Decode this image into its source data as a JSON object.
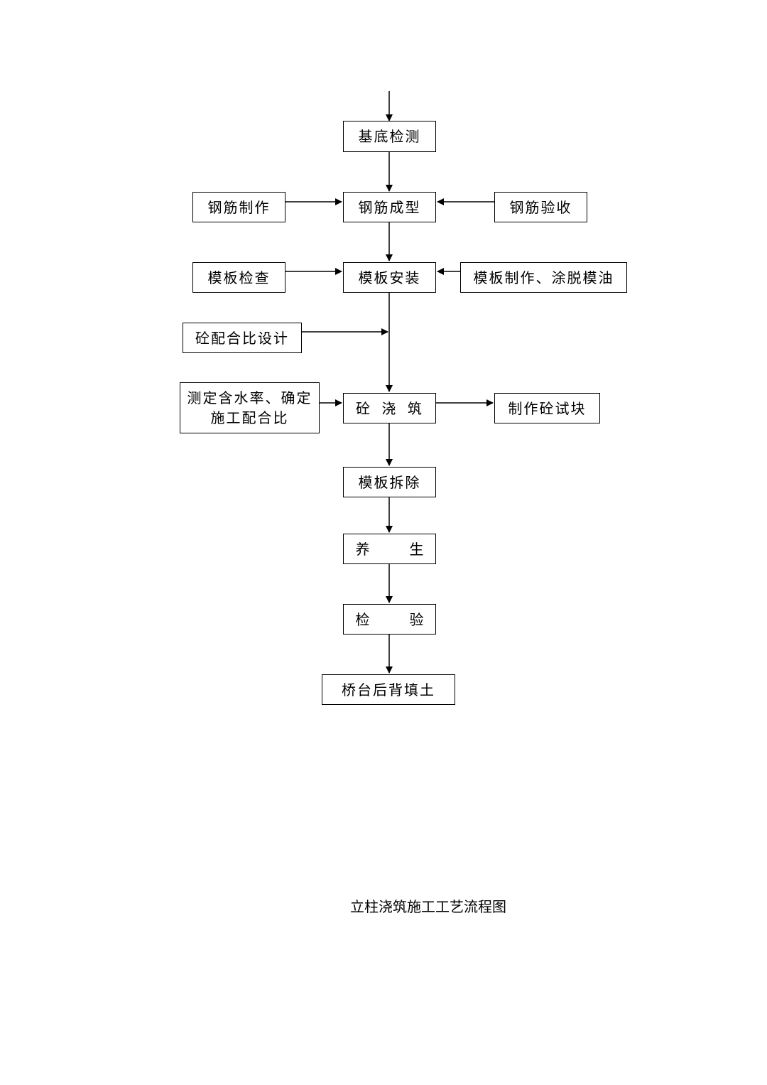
{
  "nodes": {
    "base_check": "基底检测",
    "rebar_make": "钢筋制作",
    "rebar_form": "钢筋成型",
    "rebar_accept": "钢筋验收",
    "form_inspect": "模板检查",
    "form_install": "模板安装",
    "form_make_oil": "模板制作、涂脱模油",
    "mix_design": "砼配合比设计",
    "moisture_line1": "测定含水率、确定",
    "moisture_line2": "施工配合比",
    "pour": "砼 浇 筑",
    "test_block": "制作砼试块",
    "form_remove": "模板拆除",
    "cure_a": "养",
    "cure_b": "生",
    "inspect_a": "检",
    "inspect_b": "验",
    "backfill": "桥台后背填土"
  },
  "caption": "立柱浇筑施工工艺流程图"
}
